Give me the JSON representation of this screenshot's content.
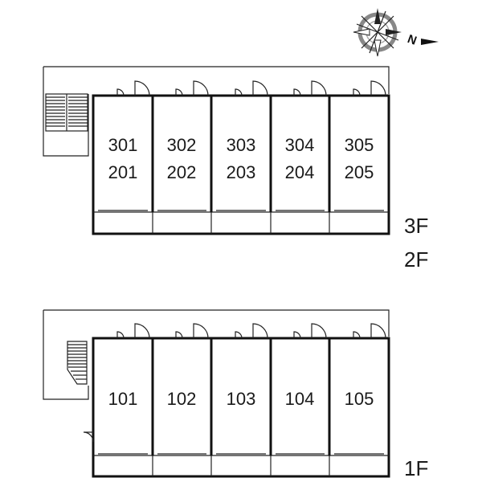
{
  "upper_block": {
    "rooms": [
      {
        "top": "301",
        "bottom": "201"
      },
      {
        "top": "302",
        "bottom": "202"
      },
      {
        "top": "303",
        "bottom": "203"
      },
      {
        "top": "304",
        "bottom": "204"
      },
      {
        "top": "305",
        "bottom": "205"
      }
    ],
    "floor_labels": [
      "3F",
      "2F"
    ]
  },
  "lower_block": {
    "rooms": [
      "101",
      "102",
      "103",
      "104",
      "105"
    ],
    "floor_label": "1F"
  },
  "compass": {
    "label": "N",
    "icon": "compass-icon"
  }
}
